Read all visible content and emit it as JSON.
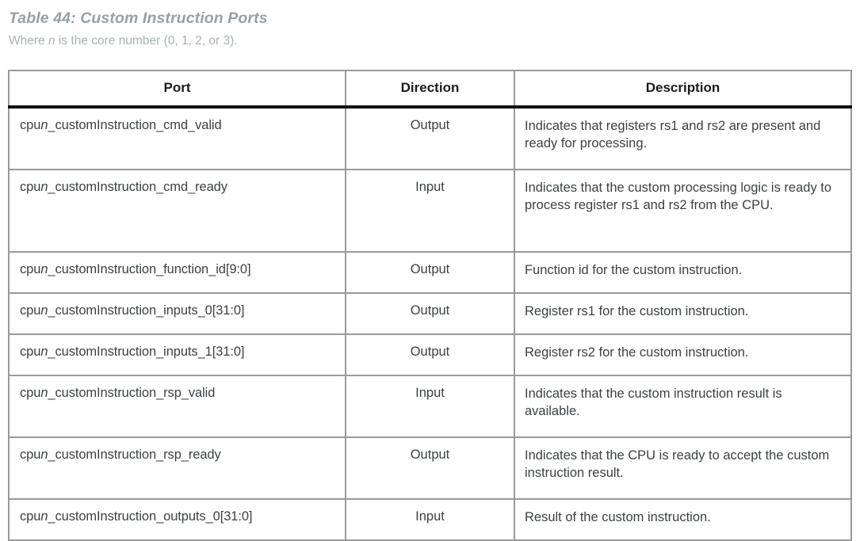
{
  "caption": {
    "title": "Table 44: Custom Instruction Ports",
    "subtitle_before": "Where ",
    "subtitle_italic": "n",
    "subtitle_after": " is the core number (0, 1, 2, or 3)."
  },
  "colors": {
    "title": "#97a0a6",
    "subtitle": "#a9b1b6",
    "header_text": "#1b1b1b",
    "body_text": "#3c4144",
    "grid": "#9a9a9a",
    "header_rule": "#111111",
    "background": "#ffffff"
  },
  "table": {
    "headers": [
      "Port",
      "Direction",
      "Description"
    ],
    "rows": [
      {
        "port_prefix": "cpu",
        "port_italic": "n",
        "port_suffix": "_customInstruction_cmd_valid",
        "direction": "Output",
        "description": "Indicates that registers rs1 and rs2 are present and ready for processing."
      },
      {
        "port_prefix": "cpu",
        "port_italic": "n",
        "port_suffix": "_customInstruction_cmd_ready",
        "direction": "Input",
        "description": "Indicates that the custom processing logic is ready to process register rs1 and rs2 from the CPU."
      },
      {
        "port_prefix": "cpu",
        "port_italic": "n",
        "port_suffix": "_customInstruction_function_id[9:0]",
        "direction": "Output",
        "description": "Function id for the custom instruction."
      },
      {
        "port_prefix": "cpu",
        "port_italic": "n",
        "port_suffix": "_customInstruction_inputs_0[31:0]",
        "direction": "Output",
        "description": "Register rs1 for the custom instruction."
      },
      {
        "port_prefix": "cpu",
        "port_italic": "n",
        "port_suffix": "_customInstruction_inputs_1[31:0]",
        "direction": "Output",
        "description": "Register rs2 for the custom instruction."
      },
      {
        "port_prefix": "cpu",
        "port_italic": "n",
        "port_suffix": "_customInstruction_rsp_valid",
        "direction": "Input",
        "description": "Indicates that the custom instruction result is available."
      },
      {
        "port_prefix": "cpu",
        "port_italic": "n",
        "port_suffix": "_customInstruction_rsp_ready",
        "direction": "Output",
        "description": "Indicates that the CPU is ready to accept the custom instruction result."
      },
      {
        "port_prefix": "cpu",
        "port_italic": "n",
        "port_suffix": "_customInstruction_outputs_0[31:0]",
        "direction": "Input",
        "description": "Result of the custom instruction."
      }
    ]
  }
}
